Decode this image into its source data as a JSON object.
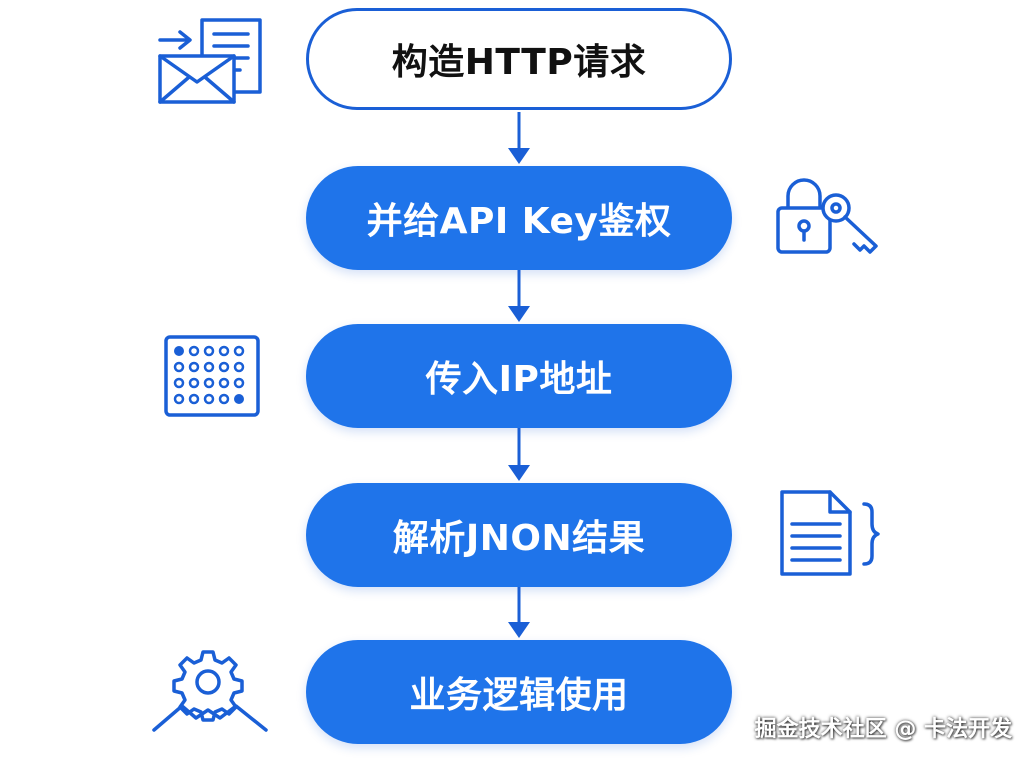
{
  "steps": [
    {
      "label": "构造HTTP请求",
      "style": "outline"
    },
    {
      "label": "并给API Key鉴权",
      "style": "filled"
    },
    {
      "label": "传入IP地址",
      "style": "filled"
    },
    {
      "label": "解析JNON结果",
      "style": "filled"
    },
    {
      "label": "业务逻辑使用",
      "style": "filled"
    }
  ],
  "icons": [
    "mail-document-icon",
    "lock-key-icon",
    "dot-grid-icon",
    "document-brace-icon",
    "gear-icon"
  ],
  "watermark": "掘金技术社区 @ 卡法开发",
  "colors": {
    "accent": "#1f74ea",
    "outline": "#1a5fd6",
    "text_dark": "#111111",
    "text_light": "#ffffff"
  }
}
